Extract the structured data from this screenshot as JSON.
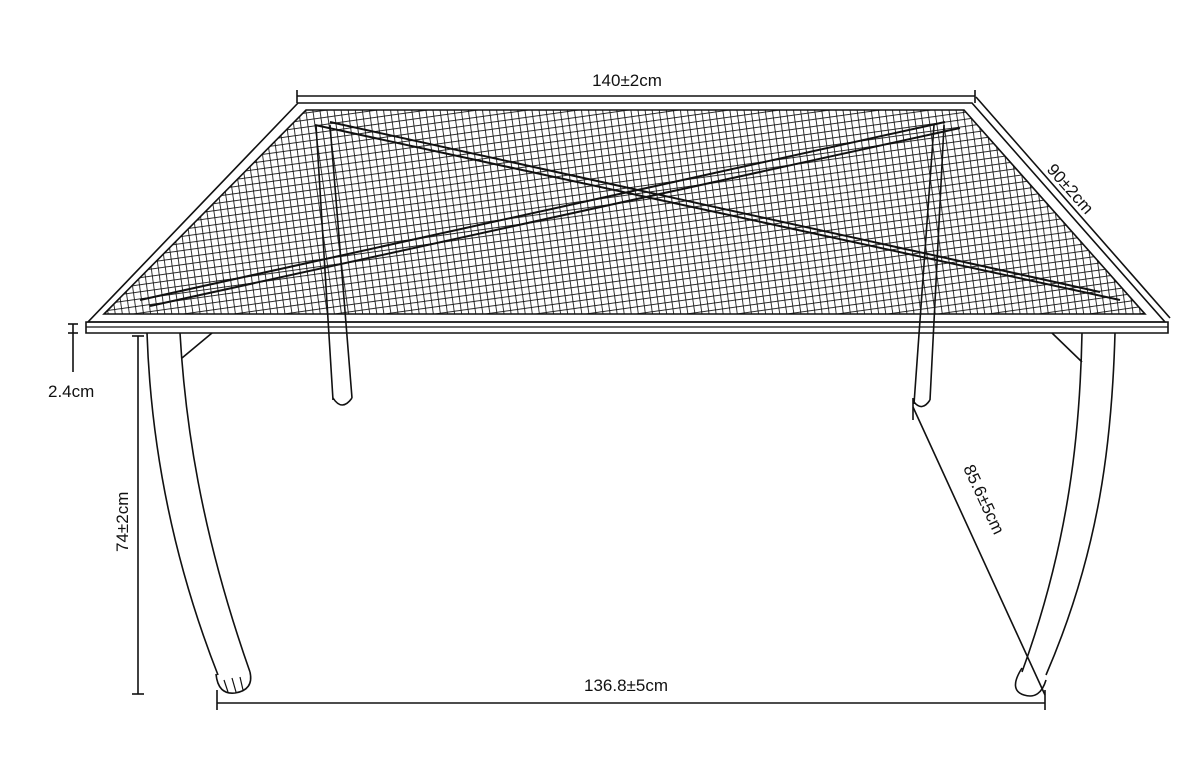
{
  "diagram": {
    "subject": "Rectangular mesh-top table with curved legs",
    "colors": {
      "line": "#111111",
      "background": "#ffffff"
    },
    "dimensions": {
      "top_length": "140±2cm",
      "top_width": "90±2cm",
      "top_thickness": "2.4cm",
      "height": "74±2cm",
      "leg_span_length": "136.8±5cm",
      "leg_span_depth": "85.6±5cm"
    }
  }
}
